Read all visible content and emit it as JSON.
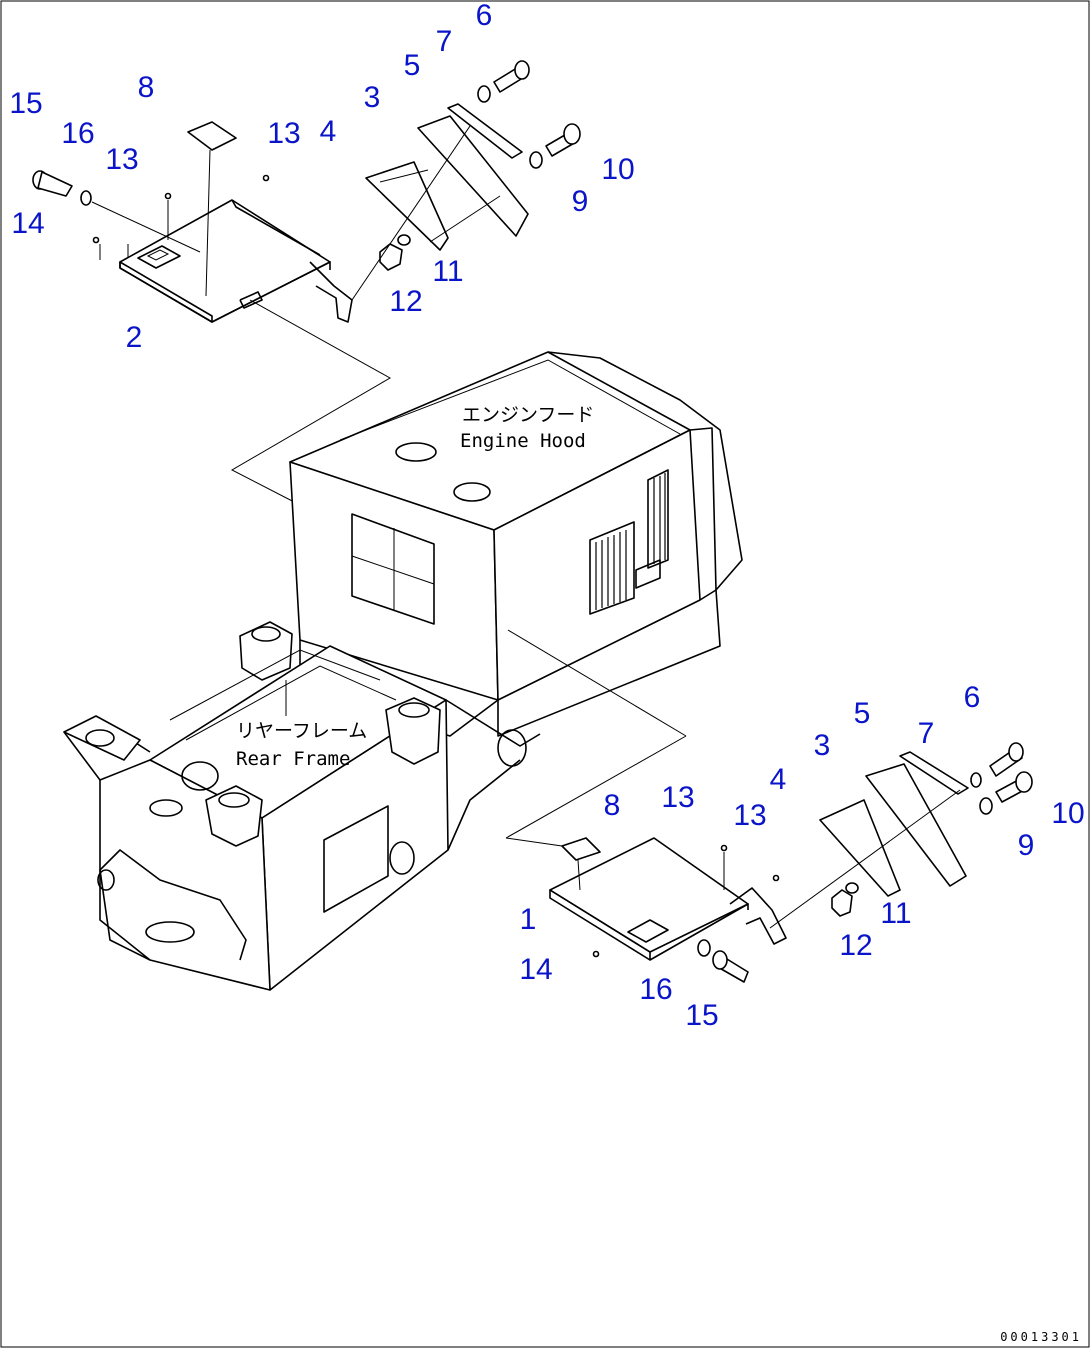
{
  "labels": {
    "engine_hood_jp": "エンジンフード",
    "engine_hood_en": "Engine Hood",
    "rear_frame_jp": "リヤーフレーム",
    "rear_frame_en": "Rear Frame"
  },
  "drawing_number": "00013301",
  "callouts_upper": [
    "15",
    "16",
    "13",
    "14",
    "8",
    "13",
    "2",
    "4",
    "3",
    "5",
    "7",
    "6",
    "10",
    "9",
    "11",
    "12"
  ],
  "callouts_lower": [
    "8",
    "13",
    "13",
    "1",
    "14",
    "16",
    "15",
    "4",
    "3",
    "5",
    "7",
    "6",
    "10",
    "9",
    "11",
    "12"
  ],
  "colors": {
    "callout": "#0a14c8",
    "line": "#000000",
    "background": "#ffffff"
  }
}
